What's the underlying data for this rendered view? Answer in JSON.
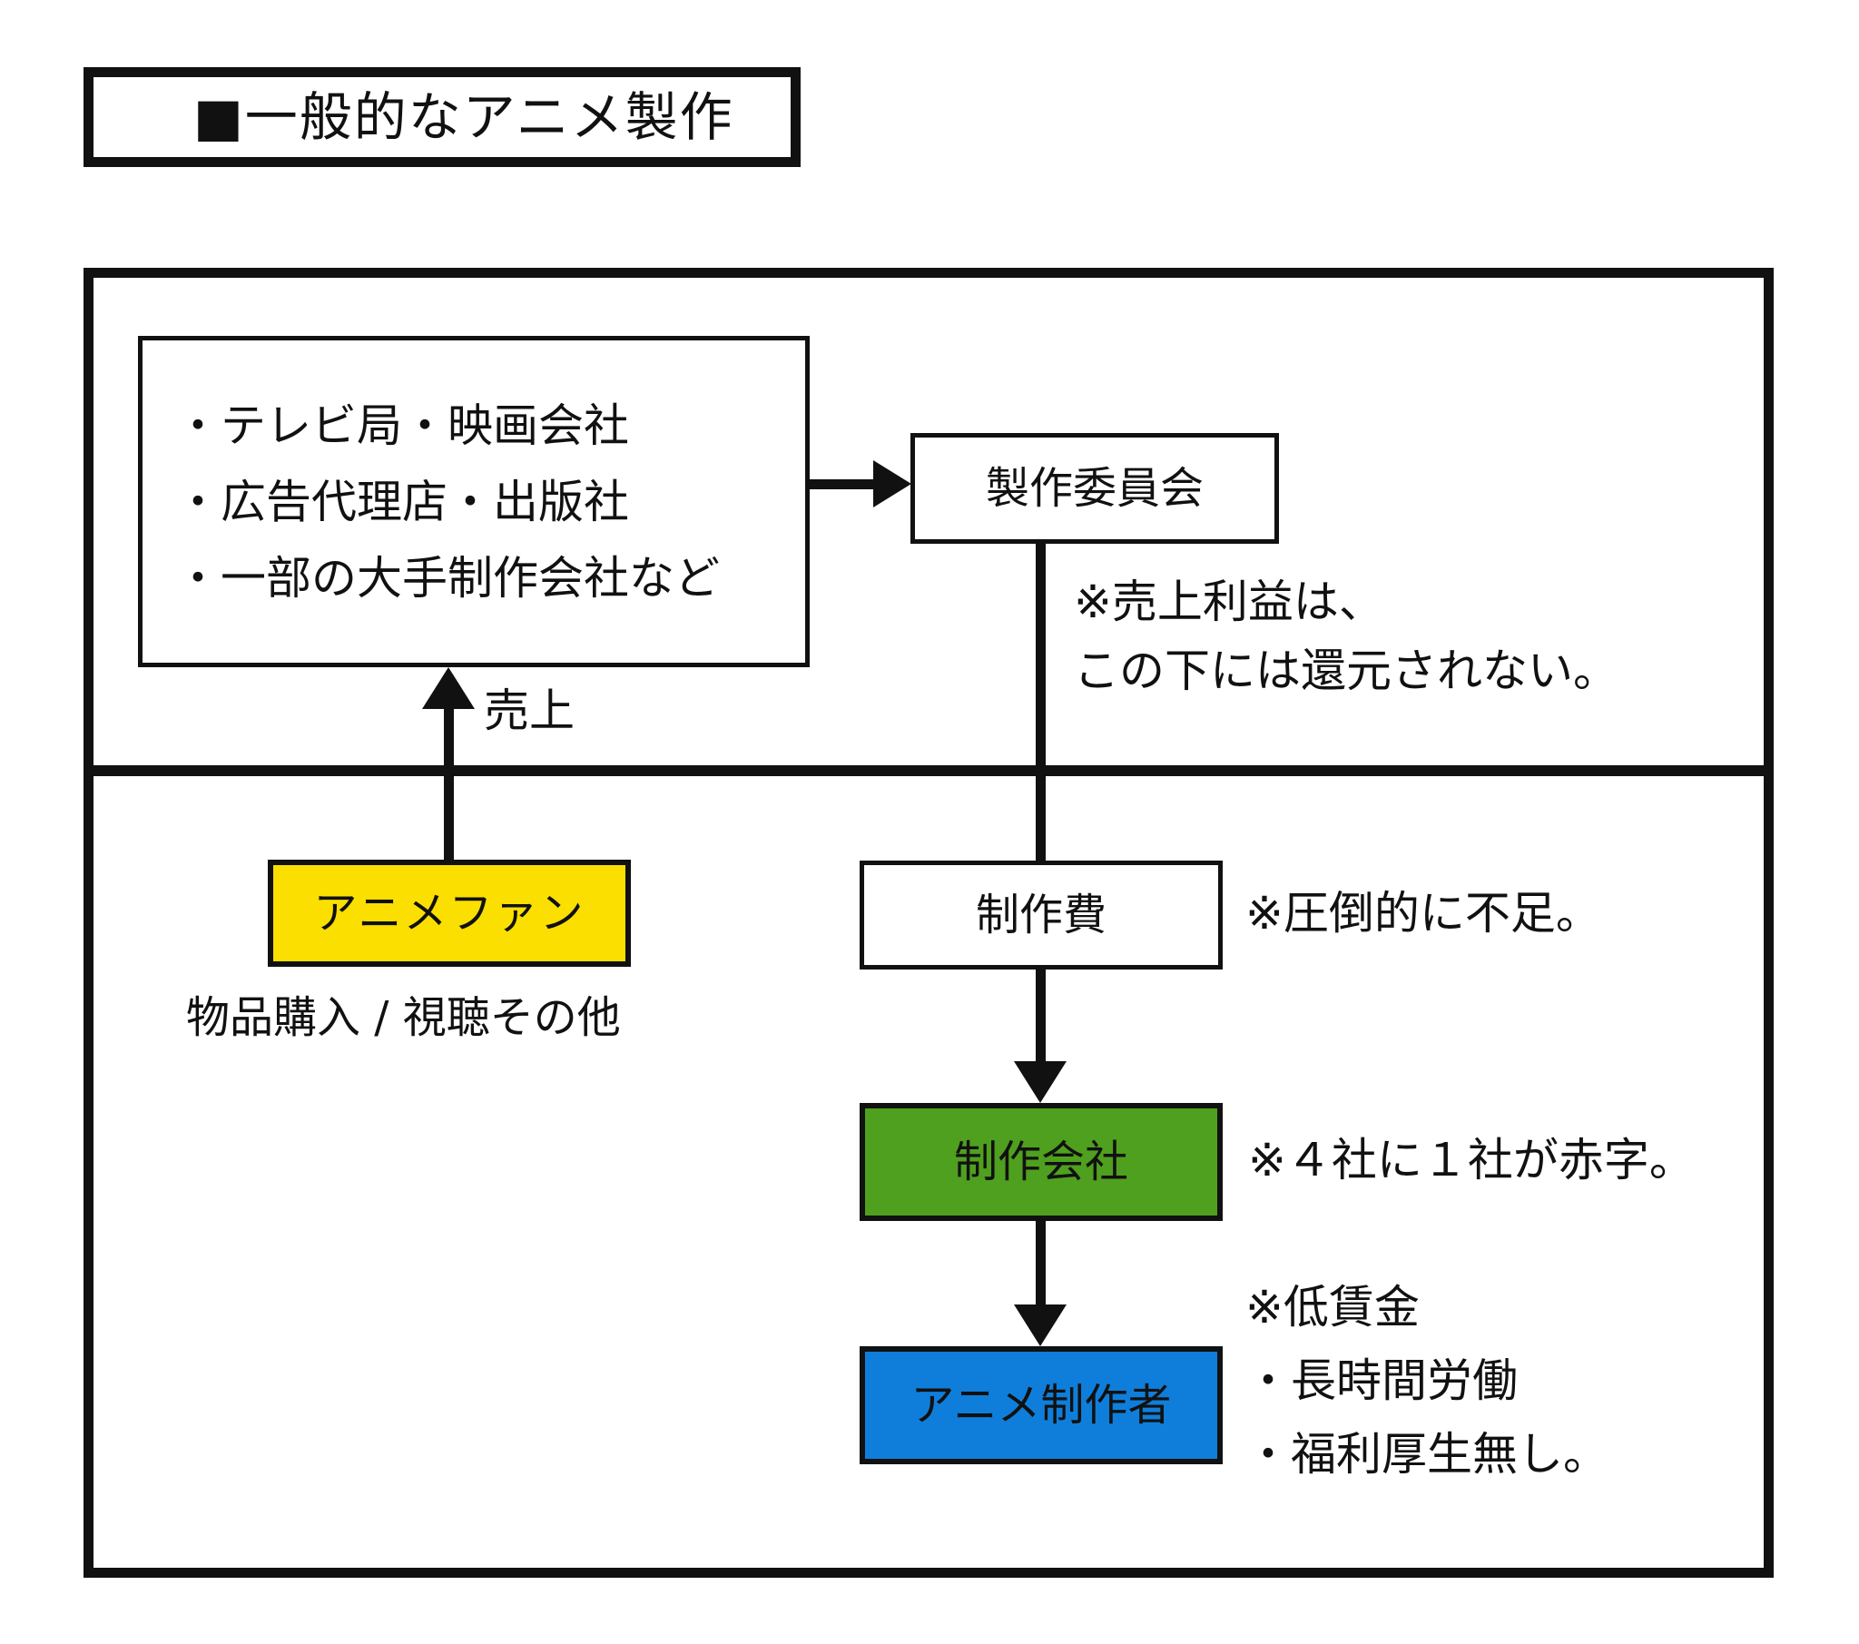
{
  "title": {
    "bullet_marker": "■",
    "text": "■一般的なアニメ製作"
  },
  "upper_section": {
    "stakeholders_box": {
      "name": "stakeholders",
      "lines": [
        "・テレビ局・映画会社",
        "・広告代理店・出版社",
        "・一部の大手制作会社など"
      ]
    },
    "committee_box": {
      "label": "製作委員会"
    },
    "committee_note": "※売上利益は、\nこの下には還元されない。",
    "revenue_arrow_label": "売上"
  },
  "lower_section": {
    "fans_box": {
      "label": "アニメファン",
      "color": "#fbdf00"
    },
    "fans_note": "物品購入 / 視聴その他",
    "cost_box": {
      "label": "制作費",
      "color": "#ffffff"
    },
    "cost_note": "※圧倒的に不足。",
    "studio_box": {
      "label": "制作会社",
      "color": "#4fa01e"
    },
    "studio_note": "※４社に１社が赤字。",
    "creators_box": {
      "label": "アニメ制作者",
      "color": "#0f7edb"
    },
    "creators_notes": "※低賃金\n・長時間労働\n・福利厚生無し。"
  },
  "colors": {
    "ink": "#111111",
    "yellow": "#fbdf00",
    "green": "#4fa01e",
    "blue": "#0f7edb",
    "background": "#ffffff"
  }
}
